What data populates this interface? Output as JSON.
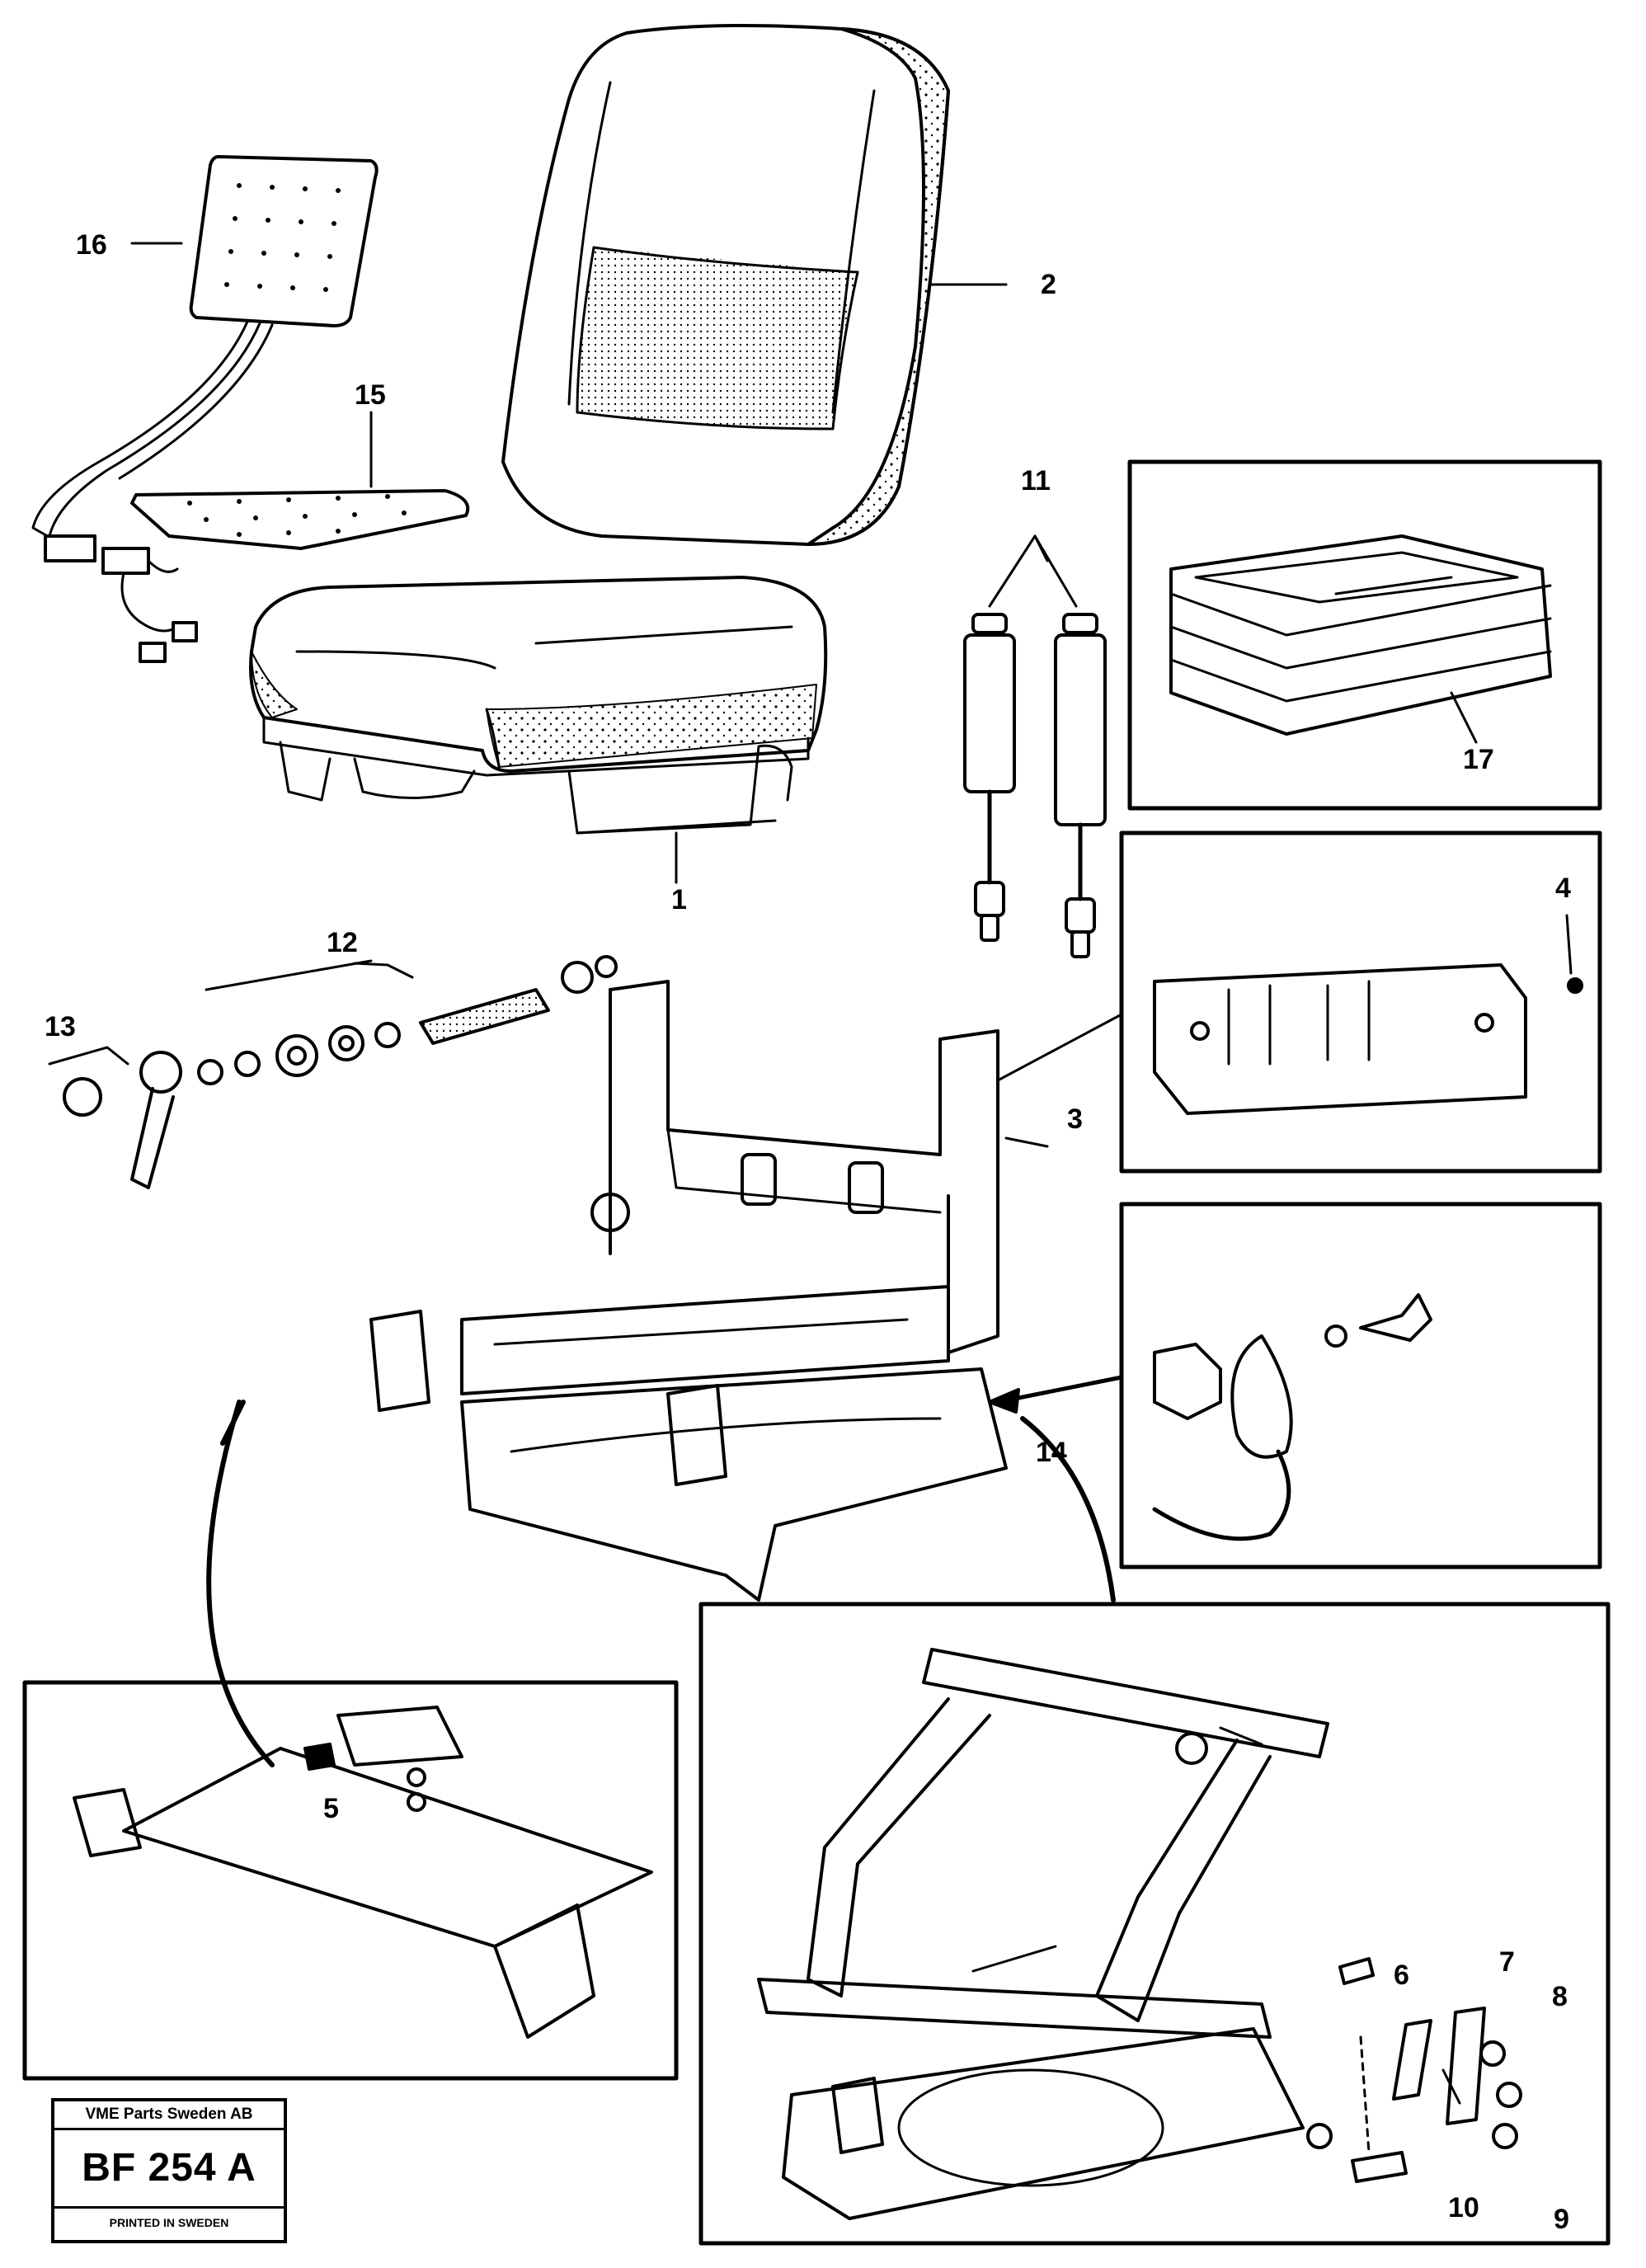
{
  "callouts": {
    "c1": "1",
    "c2": "2",
    "c3": "3",
    "c4": "4",
    "c5": "5",
    "c6": "6",
    "c7": "7",
    "c8": "8",
    "c9": "9",
    "c10": "10",
    "c11": "11",
    "c12": "12",
    "c13": "13",
    "c14": "14",
    "c15": "15",
    "c16": "16",
    "c17": "17"
  },
  "stamp": {
    "company": "VME Parts Sweden AB",
    "code": "BF 254 A",
    "printed": "PRINTED IN SWEDEN"
  }
}
